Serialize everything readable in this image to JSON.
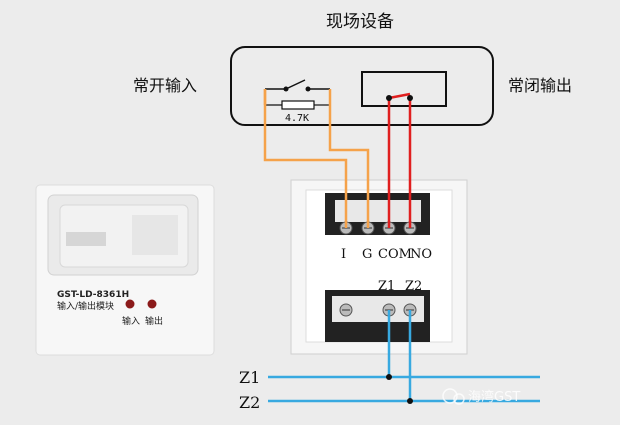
{
  "title": "现场设备",
  "no_input_label": "常开输入",
  "nc_output_label": "常闭输出",
  "resistor_label": "4.7K",
  "terminals_top": [
    "I",
    "G",
    "COM",
    "NO"
  ],
  "terminals_bottom": [
    "Z1",
    "Z2"
  ],
  "bus_lines": [
    "Z1",
    "Z2"
  ],
  "module": {
    "model": "GST-LD-8361H",
    "name": "输入/输出模块",
    "led_labels": [
      "输入",
      "输出"
    ]
  },
  "watermark": "海湾GST",
  "colors": {
    "input_wire": "#f5a24a",
    "output_wire": "#e01f1f",
    "bus_wire": "#38a9e0"
  }
}
